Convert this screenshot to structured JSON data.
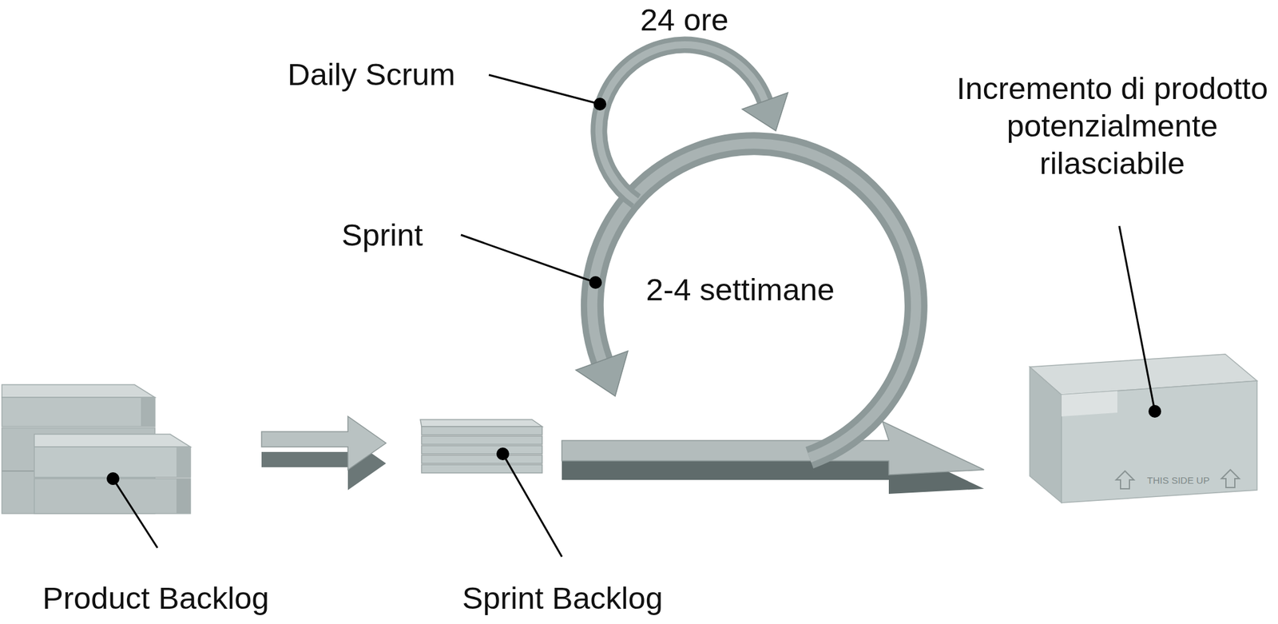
{
  "diagram": {
    "labels": [
      "24 ore",
      "Daily Scrum",
      "Incremento di prodotto potenzialmente rilasciabile",
      "Sprint",
      "2-4 settimane",
      "Product Backlog",
      "Sprint Backlog",
      "THIS SIDE UP"
    ]
  }
}
